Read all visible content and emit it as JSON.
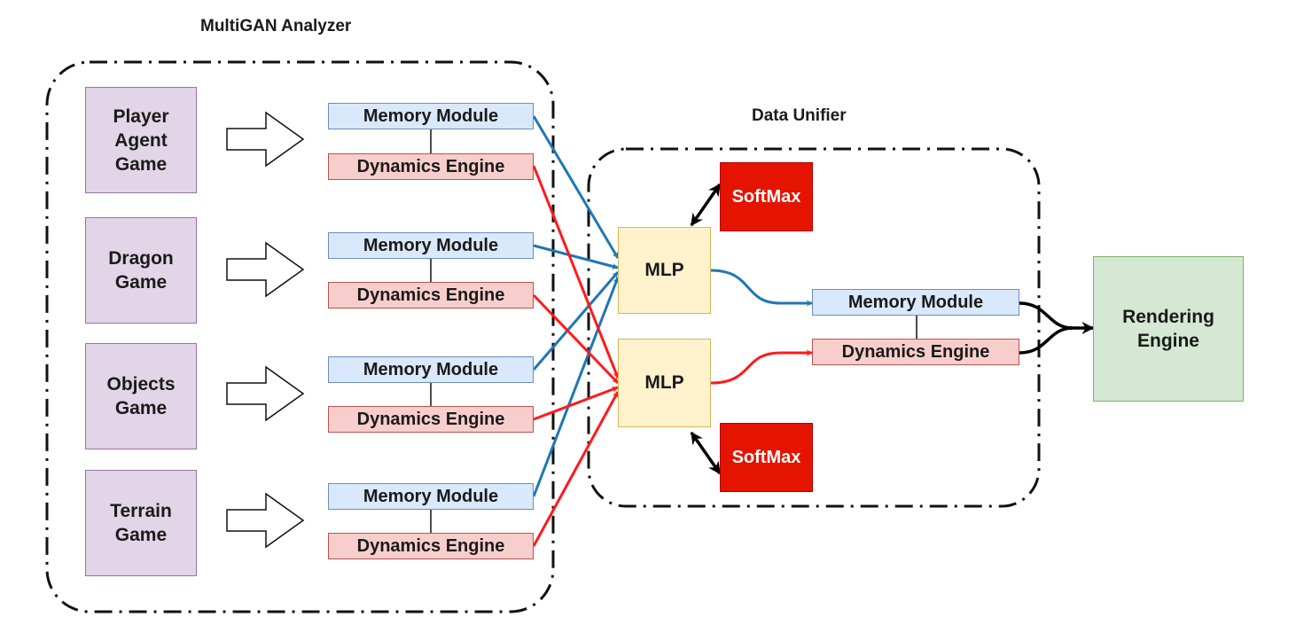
{
  "groups": {
    "analyzer_title": "MultiGAN Analyzer",
    "unifier_title": "Data Unifier"
  },
  "games": [
    {
      "label": "Player\nAgent\nGame"
    },
    {
      "label": "Dragon\nGame"
    },
    {
      "label": "Objects\nGame"
    },
    {
      "label": "Terrain\nGame"
    }
  ],
  "analyzer_rows": [
    {
      "memory": "Memory Module",
      "dynamics": "Dynamics Engine"
    },
    {
      "memory": "Memory Module",
      "dynamics": "Dynamics Engine"
    },
    {
      "memory": "Memory Module",
      "dynamics": "Dynamics Engine"
    },
    {
      "memory": "Memory Module",
      "dynamics": "Dynamics Engine"
    }
  ],
  "unifier": {
    "mlp_top": "MLP",
    "mlp_bottom": "MLP",
    "softmax_top": "SoftMax",
    "softmax_bottom": "SoftMax",
    "memory": "Memory Module",
    "dynamics": "Dynamics Engine"
  },
  "output": {
    "label": "Rendering\nEngine"
  },
  "colors": {
    "memory_edge": "#1f77b4",
    "dynamics_edge": "#ff1a1a",
    "link": "#000000"
  }
}
